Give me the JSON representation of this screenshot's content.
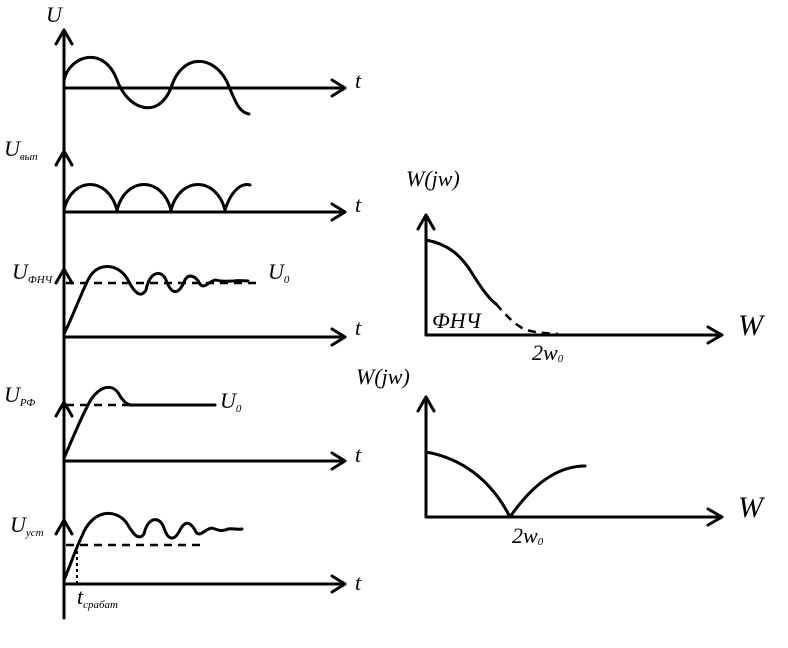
{
  "left_panel": {
    "u_axis_label": "U",
    "t_label_1": "t",
    "u_out_label": "U",
    "u_out_sub": "вып",
    "t_label_2": "t",
    "u_lpf_label": "U",
    "u_lpf_sub": "ФНЧ",
    "u0_label_1": "U",
    "u0_sub_1": "0",
    "t_label_3": "t",
    "u_rf_label": "U",
    "u_rf_sub": "РФ",
    "u0_label_2": "U",
    "u0_sub_2": "0",
    "t_label_4": "t",
    "u_set_label": "U",
    "u_set_sub": "уст",
    "t_label_5": "t",
    "t_trip_label": "t",
    "t_trip_sub": "срабат"
  },
  "right_panel": {
    "top": {
      "y_label": "W(jw)",
      "x_label": "W",
      "filter_label": "ФНЧ",
      "freq_label": "2w",
      "freq_sub": "0"
    },
    "bottom": {
      "y_label": "W(jw)",
      "x_label": "W",
      "freq_label": "2w",
      "freq_sub": "0"
    }
  }
}
